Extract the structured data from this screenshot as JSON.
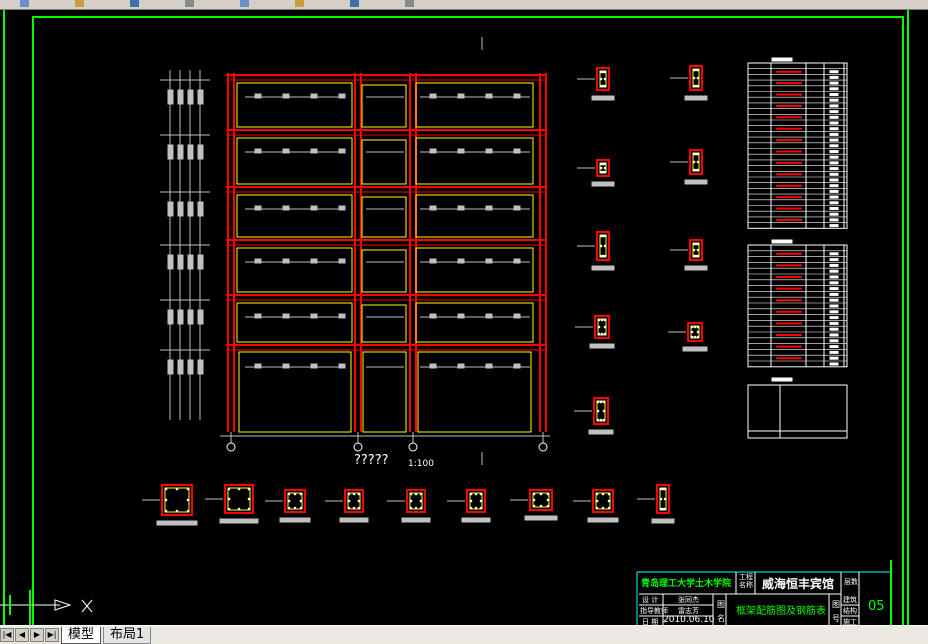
{
  "toolbar": {
    "icons": [
      "open-icon",
      "save-icon",
      "undo-icon",
      "redo-icon",
      "pan-icon",
      "zoom-icon",
      "properties-icon",
      "layer-icon"
    ]
  },
  "drawing": {
    "elevation_title": "?????",
    "elevation_scale": "1:100",
    "colors": {
      "frame": "#00ff00",
      "beam": "#ff0000",
      "window": "#ffff00",
      "dim": "#c0c0c0",
      "titleblock": "#00ffff"
    }
  },
  "title_block": {
    "school": "青岛理工大学土木学院",
    "project_label": "工程名称",
    "project_name": "威海恒丰宾馆",
    "floors_label": "层数",
    "designer_label": "设 计",
    "designer": "张同杰",
    "advisor_label": "指导教师",
    "advisor": "雷志芳",
    "date_label": "日 期",
    "date": "2010.06.10",
    "drawing_name_label": "图名",
    "drawing_name": "框架配筋图及钢筋表",
    "drawing_no_label": "图号",
    "row1_label": "建筑",
    "row2_label": "结构",
    "row3_label": "施工",
    "sheet_no": "05"
  },
  "tabs": {
    "model": "模型",
    "layout1": "布局1"
  },
  "nav": {
    "first": "|◀",
    "prev": "◀",
    "next": "▶",
    "last": "▶|"
  }
}
